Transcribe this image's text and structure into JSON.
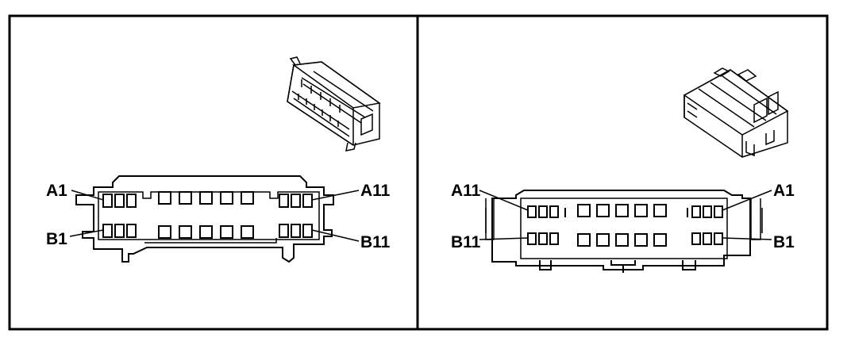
{
  "panels": [
    {
      "id": "left",
      "pin_labels": {
        "top_left": "A1",
        "top_right": "A11",
        "bottom_left": "B1",
        "bottom_right": "B11"
      }
    },
    {
      "id": "right",
      "pin_labels": {
        "top_left": "A11",
        "top_right": "A1",
        "bottom_left": "B11",
        "bottom_right": "B1"
      }
    }
  ],
  "colors": {
    "line": "#000000",
    "background": "#ffffff"
  }
}
